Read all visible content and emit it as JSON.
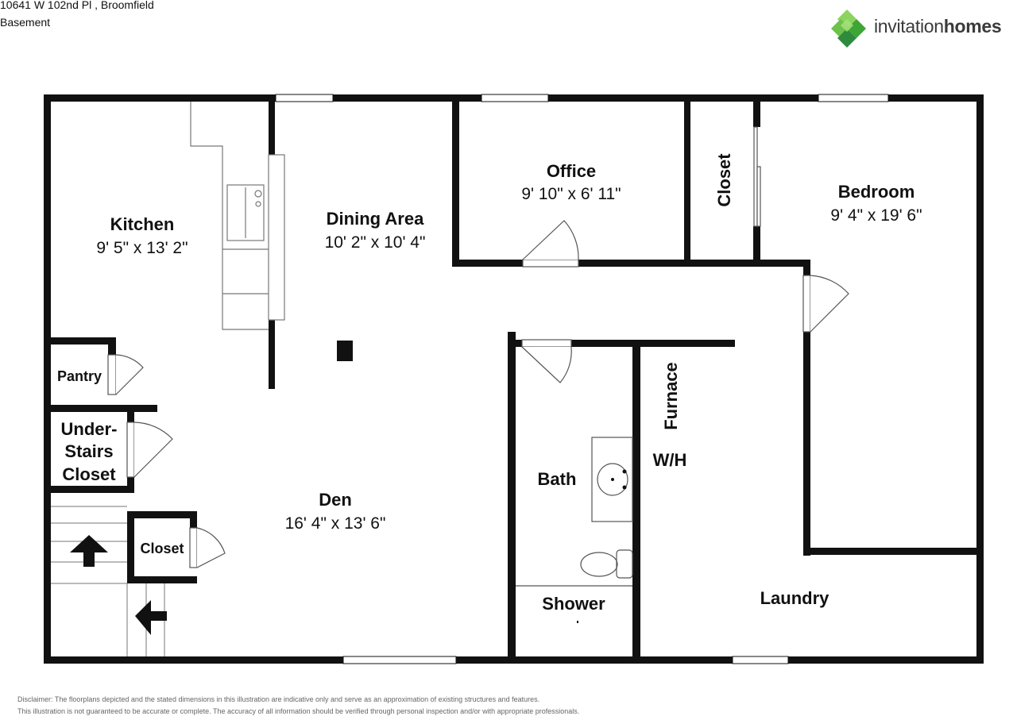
{
  "header": {
    "address": "10641 W 102nd Pl , Broomfield",
    "level": "Basement"
  },
  "logo": {
    "word1": "invitation",
    "word2": "homes",
    "colors": [
      "#6cc24a",
      "#3fa535",
      "#8dd35f",
      "#2e8b3d"
    ]
  },
  "rooms": {
    "kitchen": {
      "name": "Kitchen",
      "dims": "9' 5\" x 13' 2\""
    },
    "dining": {
      "name": "Dining Area",
      "dims": "10' 2\" x 10' 4\""
    },
    "office": {
      "name": "Office",
      "dims": "9' 10\" x 6' 11\""
    },
    "closet_top": {
      "name": "Closet"
    },
    "bedroom": {
      "name": "Bedroom",
      "dims": "9' 4\" x 19' 6\""
    },
    "pantry": {
      "name": "Pantry"
    },
    "under_stairs": {
      "line1": "Under-",
      "line2": "Stairs",
      "line3": "Closet"
    },
    "den": {
      "name": "Den",
      "dims": "16' 4\" x 13' 6\""
    },
    "closet_small": {
      "name": "Closet"
    },
    "bath": {
      "name": "Bath"
    },
    "shower": {
      "name": "Shower"
    },
    "furnace": {
      "name": "Furnace"
    },
    "wh": {
      "name": "W/H"
    },
    "laundry": {
      "name": "Laundry"
    }
  },
  "disclaimer": {
    "line1": "Disclaimer: The floorplans depicted and the stated dimensions in this illustration are indicative only and serve as an approximation of existing structures and features.",
    "line2": "This illustration is not guaranteed to be accurate or complete. The accuracy of all information should be verified through personal inspection and/or with appropriate professionals."
  }
}
